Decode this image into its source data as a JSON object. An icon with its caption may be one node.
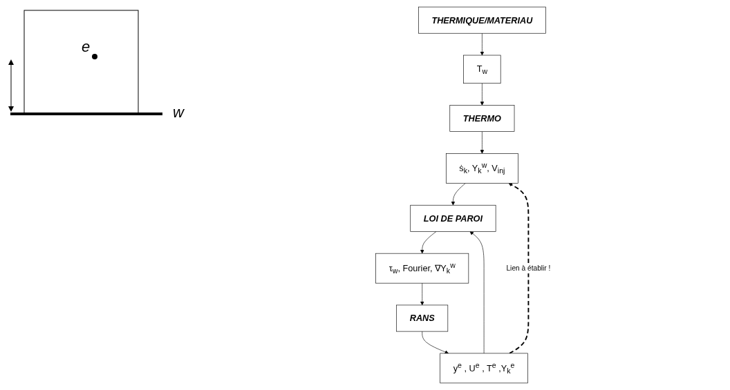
{
  "diagram": {
    "nodes": [
      {
        "text": [
          "THERMIQUE/MATERIAU"
        ]
      },
      {
        "text": [
          "T$_{w}$"
        ]
      },
      {
        "text": [
          "THERMO"
        ]
      },
      {
        "text": [
          "ṡ$_{k}$, Y$_{k}$$^{w}$, V$_{inj}$"
        ]
      },
      {
        "text": [
          "y$^{e}$ , U$^{e}$ , T$^{e}$ ,Y$_{k}$$^{e}$"
        ]
      },
      {
        "text": [
          "RANS"
        ]
      },
      {
        "text": [
          "LOI DE PAROI"
        ]
      },
      {
        "text": [
          "τ$_{w}$, Fourier, ∇Y$_{k}$$^{w}$"
        ]
      }
    ],
    "edges": [
      {
        "from": 0,
        "to": 1,
        "arrow": "to"
      },
      {
        "from": 1,
        "to": 2,
        "arrow": "to"
      },
      {
        "from": 2,
        "to": 3,
        "arrow": "to"
      },
      {
        "from": 3,
        "to": 6,
        "arrow": "to"
      },
      {
        "from": 4,
        "to": 6,
        "arrow": "to"
      },
      {
        "from": 6,
        "to": 7,
        "arrow": "to"
      },
      {
        "from": 7,
        "to": 5,
        "arrow": "to"
      },
      {
        "from": 5,
        "to": 4,
        "arrow": "to"
      },
      {
        "from": 4,
        "to": 3,
        "arrow": "to",
        "label": "Lien à établir !",
        "style": "dashed"
      }
    ],
    "labels": [
      "e",
      "w"
    ]
  }
}
